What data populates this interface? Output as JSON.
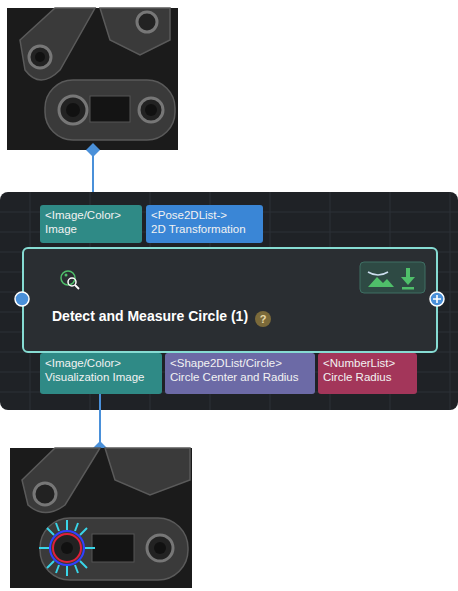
{
  "diagram": {
    "nodes": [
      {
        "text": [
          "<Image/Color>",
          "Image"
        ]
      },
      {
        "text": [
          "<Pose2DList->",
          "2D Transformation"
        ]
      },
      {
        "text": [
          "Detect and Measure Circle (1)"
        ]
      },
      {
        "text": [
          "<Image/Color>",
          "Visualization Image"
        ]
      },
      {
        "text": [
          "<Shape2DList/Circle>",
          "Circle Center and Radius"
        ]
      },
      {
        "text": [
          "<NumberList>",
          "Circle Radius"
        ]
      }
    ],
    "labels": [
      "?"
    ]
  }
}
